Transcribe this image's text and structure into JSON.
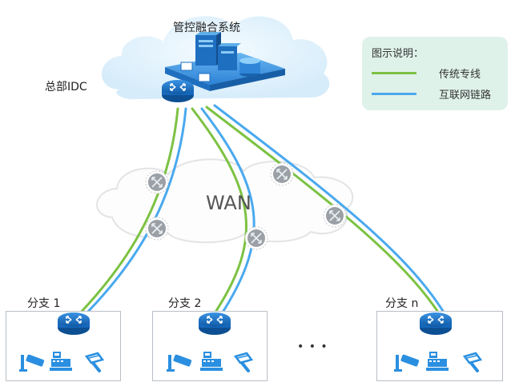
{
  "header": {
    "system_title": "管控融合系统",
    "hq_label": "总部IDC"
  },
  "cloud": {
    "wan_label": "WAN"
  },
  "legend": {
    "title": "图示说明：",
    "items": [
      {
        "label": "传统专线",
        "color": "#7cc243"
      },
      {
        "label": "互联网链路",
        "color": "#4aa9ee"
      }
    ]
  },
  "branches": [
    {
      "label": "分支 1"
    },
    {
      "label": "分支 2"
    },
    {
      "label": "分支 n"
    }
  ],
  "ellipsis": "• • •",
  "colors": {
    "green": "#7cc243",
    "blue": "#4aa9ee",
    "router": "#1d73c9",
    "device": "#2a8fe0"
  }
}
